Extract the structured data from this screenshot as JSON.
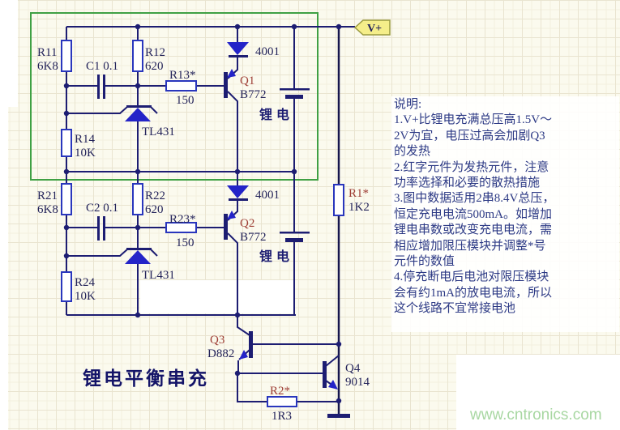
{
  "title": "锂电平衡串充",
  "watermark": "www.cntronics.com",
  "power_flag": {
    "label": "V+"
  },
  "notes": {
    "lines": [
      "说明:",
      "1.V+比锂电充满总压高1.5V～",
      "2V为宜，电压过高会加剧Q3",
      "的发热",
      "2.红字元件为发热元件，注意",
      "功率选择和必要的散热措施",
      "3.图中数据适用2串8.4V总压，",
      "恒定充电电流500mA。如增加",
      "锂电串数或改变充电电流，需",
      "相应增加限压模块并调整*号",
      "元件的数值",
      "4.停充断电后电池对限压模块",
      "会有约1mA的放电电流，所以",
      "这个线路不宜常接电池"
    ]
  },
  "colors": {
    "background": "#fbfaee",
    "grid_line": "#e9e4d0",
    "wire": "#1d1d72",
    "component_fill": "#2424c8",
    "resistor_outline": "#2936bd",
    "hot_label_red": "#9e3e35",
    "label_navy": "#24245a",
    "notes_text": "#2d3a85",
    "module_box_green": "#3fa044",
    "flag_fill": "#f5ee8a",
    "flag_border": "#9a9a40",
    "watermark_green": "#a8d7a2"
  },
  "components": {
    "r11": {
      "ref": "R11",
      "value": "6K8"
    },
    "c1": {
      "label": "C1 0.1"
    },
    "r12": {
      "ref": "R12",
      "value": "620"
    },
    "r13": {
      "ref": "R13*",
      "value": "150"
    },
    "q1": {
      "ref": "Q1",
      "value": "B772"
    },
    "d1": {
      "value": "4001"
    },
    "u1": {
      "value": "TL431"
    },
    "r14": {
      "ref": "R14",
      "value": "10K"
    },
    "bat1": {
      "label": "锂电"
    },
    "r21": {
      "ref": "R21",
      "value": "6K8"
    },
    "c2": {
      "label": "C2 0.1"
    },
    "r22": {
      "ref": "R22",
      "value": "620"
    },
    "r23": {
      "ref": "R23*",
      "value": "150"
    },
    "q2": {
      "ref": "Q2",
      "value": "B772"
    },
    "d2": {
      "value": "4001"
    },
    "u2": {
      "value": "TL431"
    },
    "r24": {
      "ref": "R24",
      "value": "10K"
    },
    "bat2": {
      "label": "锂电"
    },
    "r1": {
      "ref": "R1*",
      "value": "1K2"
    },
    "q3": {
      "ref": "Q3",
      "value": "D882"
    },
    "q4": {
      "ref": "Q4",
      "value": "9014"
    },
    "r2": {
      "ref": "R2*",
      "value": "1R3"
    }
  }
}
